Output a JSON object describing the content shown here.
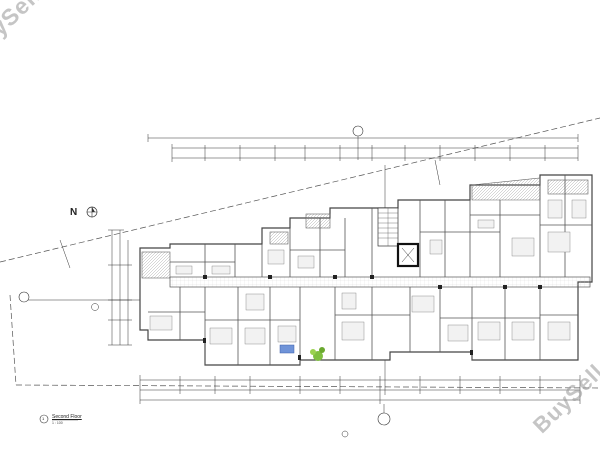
{
  "drawing": {
    "north_label": "N",
    "floor_title": "Second Floor",
    "floor_number": "1",
    "scale_text": "1 : 100"
  },
  "watermarks": {
    "top_left": "BuySell Cyprus",
    "bottom_right": "BuySell Cyprus"
  },
  "colors": {
    "line": "#333333",
    "wall": "#555555",
    "dark": "#222222",
    "watermark": "#969696",
    "balcony_blue": "#6f93d8",
    "plant_green": "#7fbf3f"
  },
  "icons": [
    "north-arrow-icon",
    "section-marker-icon",
    "plant-icon",
    "stair-icon",
    "elevator-icon"
  ]
}
